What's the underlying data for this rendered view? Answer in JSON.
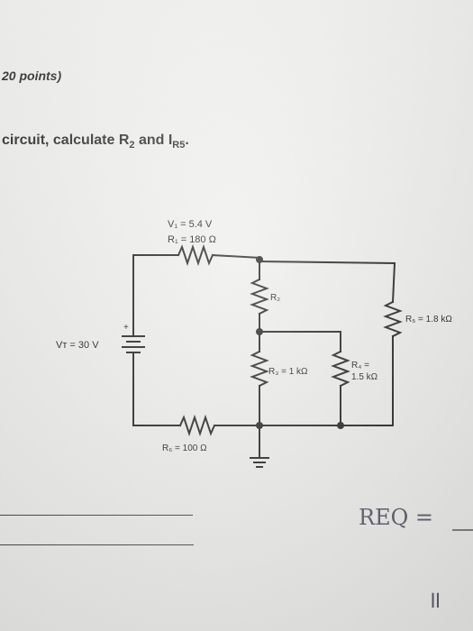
{
  "header": {
    "points_text": "20 points)",
    "question_prefix": "circuit, calculate R",
    "question_r2_sub": "2",
    "question_and": " and I",
    "question_i_sub": "R5",
    "question_suffix": "."
  },
  "circuit": {
    "v1_label": "V₁ = 5.4 V",
    "r1_label": "R₁ = 180 Ω",
    "r2_label": "R₂",
    "r3_label": "R₃ = 1 kΩ",
    "r4_label_line1": "R₄ =",
    "r4_label_line2": "1.5 kΩ",
    "r5_label": "R₅ = 1.8 kΩ",
    "r6_label": "R₆ = 100 Ω",
    "vt_label": "Vᴛ = 30 V",
    "battery_plus": "+"
  },
  "handwriting": {
    "req_label": "REQ =",
    "equals2": "="
  },
  "colors": {
    "ink": "#222222",
    "paper": "#eeeeec",
    "handwriting": "#556066"
  }
}
